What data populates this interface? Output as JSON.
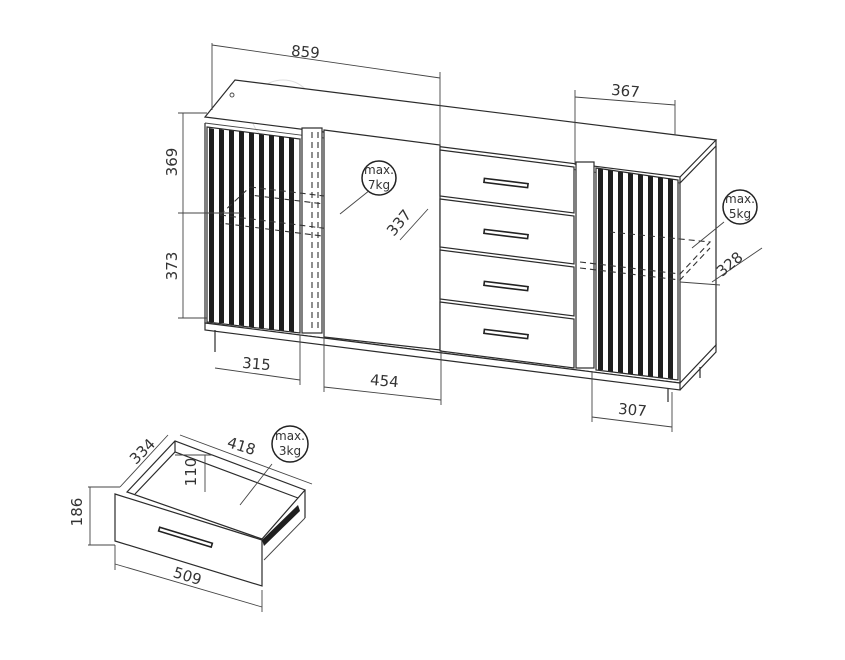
{
  "diagram": {
    "colors": {
      "line": "#2b2b2b",
      "slat": "#1f1f1f",
      "background": "#ffffff"
    },
    "dimensions": {
      "width": "859",
      "depth": "367",
      "upper_height": "369",
      "lower_height": "373",
      "left_compartment_width": "315",
      "door_width": "454",
      "right_compartment_width": "307",
      "shelf_depth_left": "337",
      "shelf_depth_right": "328"
    },
    "load_badges": {
      "shelf_left": {
        "line1": "max.",
        "line2": "7kg"
      },
      "shelf_right": {
        "line1": "max.",
        "line2": "5kg"
      },
      "drawer": {
        "line1": "max.",
        "line2": "3kg"
      }
    },
    "drawer_detail": {
      "inner_depth": "334",
      "inner_width": "418",
      "inner_height": "110",
      "front_height": "186",
      "front_width": "509"
    }
  }
}
